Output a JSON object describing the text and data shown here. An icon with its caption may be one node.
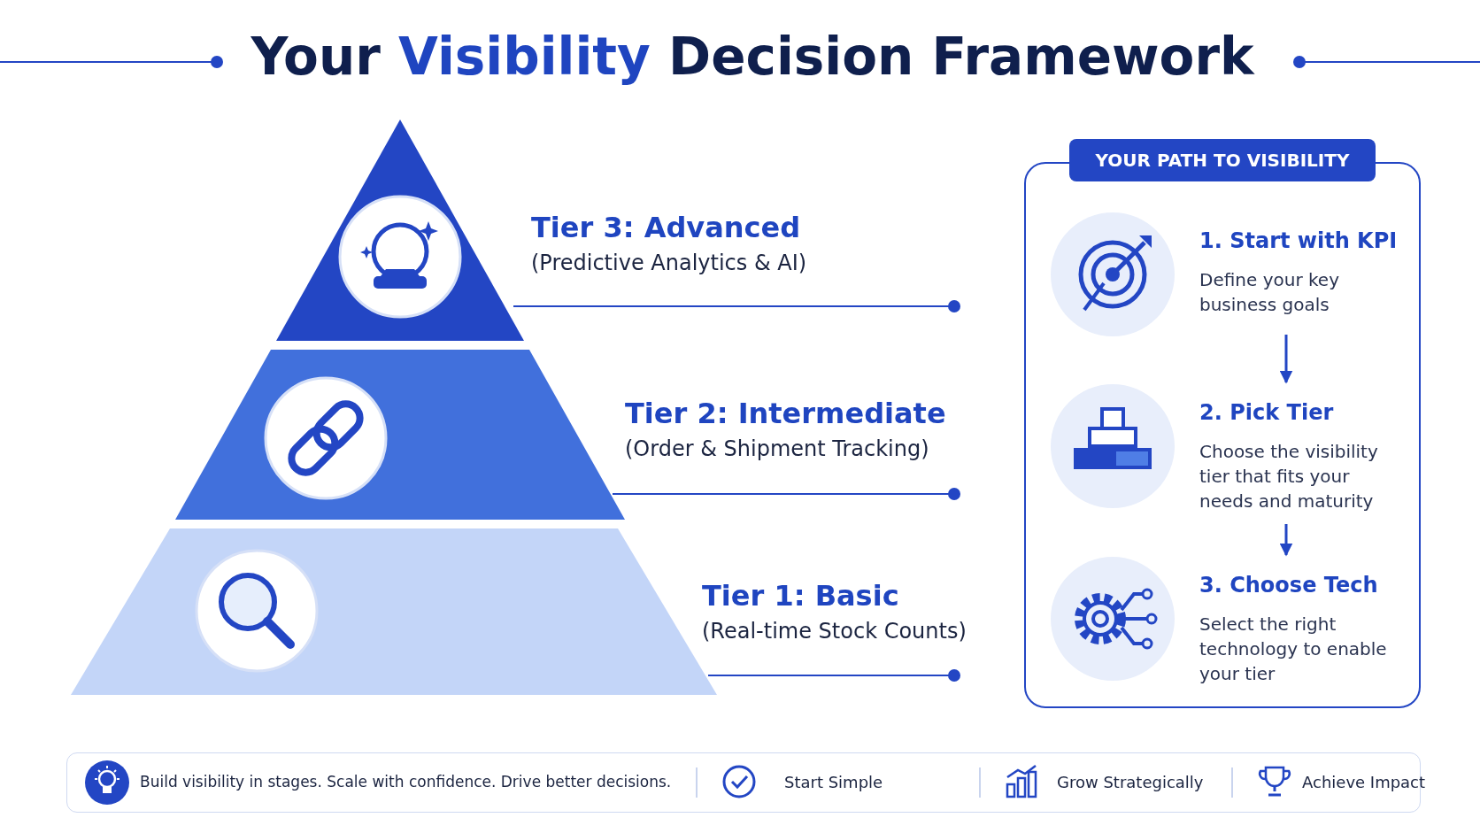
{
  "diagram": {
    "title": "Your Visibility Decision Framework",
    "nodes": [
      {
        "text": [],
        "shape": "triangle",
        "beside": [
          "Tier 3: Advanced",
          "(Predictive Analytics & AI)"
        ]
      },
      {
        "text": [],
        "shape": "trapezoid",
        "beside": [
          "Tier 2: Intermediate",
          "(Order & Shipment Tracking)"
        ]
      },
      {
        "text": [],
        "shape": "trapezoid",
        "beside": [
          "Tier 1: Basic",
          "(Real-time Stock Counts)"
        ]
      },
      {
        "text": [
          "YOUR PATH TO VISIBILITY"
        ]
      },
      {
        "text": [
          "1. Start with KPI",
          "Define your key business goals"
        ],
        "in": 3
      },
      {
        "text": [
          "2. Pick Tier",
          "Choose the visibility tier that fits your needs and maturity"
        ],
        "in": 3
      },
      {
        "text": [
          "3. Choose Tech",
          "Select the right technology to enable your tier"
        ],
        "in": 3
      }
    ],
    "edges": [
      {
        "from": 4,
        "to": 5,
        "arrow": "to"
      },
      {
        "from": 5,
        "to": 6,
        "arrow": "to"
      },
      {
        "from": 0,
        "to": null,
        "arrow": "other"
      },
      {
        "from": 1,
        "to": null,
        "arrow": "other"
      },
      {
        "from": 2,
        "to": null,
        "arrow": "other"
      }
    ],
    "labels": [
      "Build visibility in stages. Scale with confidence. Drive better decisions.",
      "Start Simple",
      "Grow Strategically",
      "Achieve Impact"
    ]
  }
}
